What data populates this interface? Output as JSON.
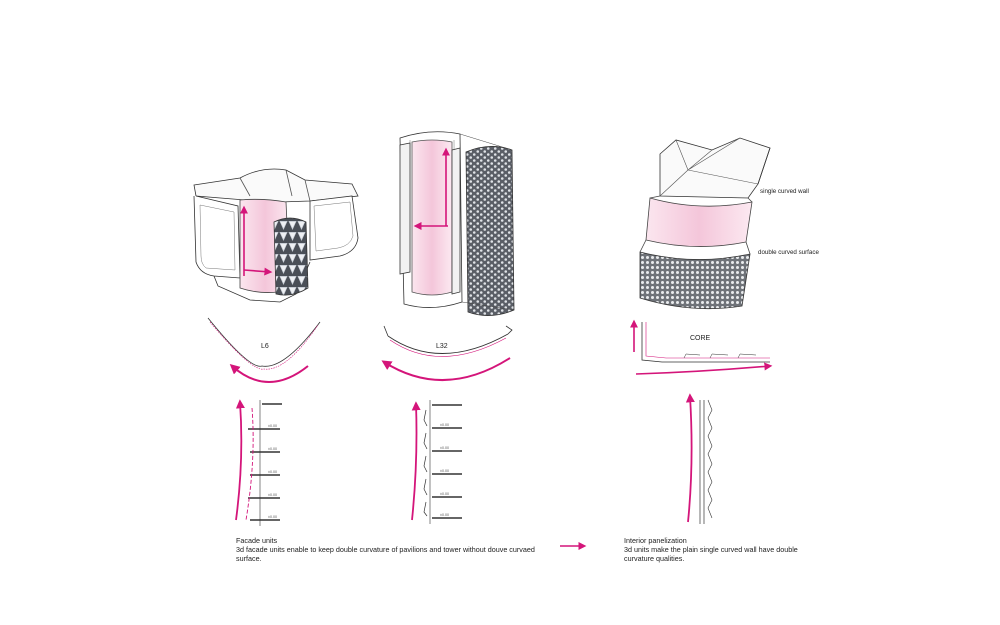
{
  "labels": {
    "l6": "L6",
    "l32": "L32",
    "core": "CORE",
    "single_curved_wall": "single curved wall",
    "double_curved_surface": "double curved surface"
  },
  "captions": {
    "facade_title": "Facade units",
    "facade_text": "3d facade units enable to keep double curvature of pavilions and tower without douve curvaed surface.",
    "interior_title": "Interior panelization",
    "interior_text_line1": "3d units make the plain single curved wall have double",
    "interior_text_line2": "curvature qualities."
  },
  "colors": {
    "accent": "#d4157a",
    "pink_fill": "#f6d3e3",
    "line": "#333333"
  }
}
